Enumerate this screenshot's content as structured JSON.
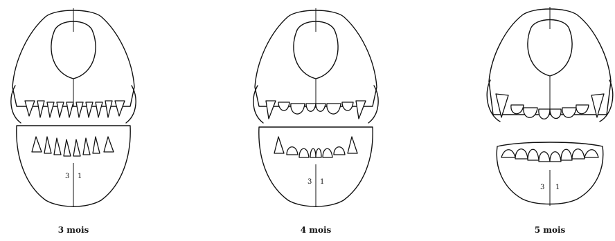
{
  "figures": [
    {
      "caption": "3 mois",
      "marks": [
        "3",
        "1"
      ]
    },
    {
      "caption": "4 mois",
      "marks": [
        "3",
        "1"
      ]
    },
    {
      "caption": "5 mois",
      "marks": [
        "3",
        "1"
      ]
    }
  ]
}
